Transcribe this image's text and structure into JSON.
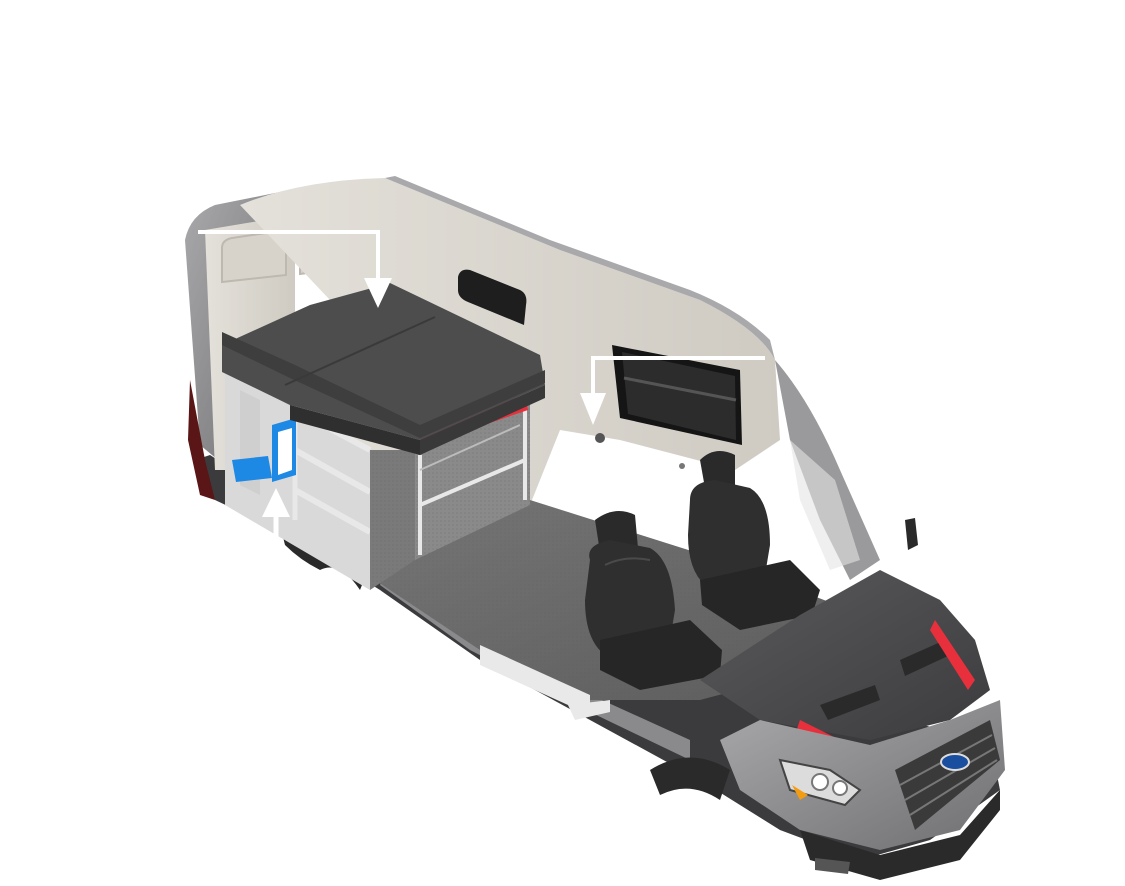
{
  "scene": {
    "subject": "camper-van-cutaway",
    "background_color": "#ffffff",
    "arrow_color": "#ffffff",
    "accent_red": "#e8303d",
    "accent_blue": "#1e88e5",
    "body_color": "#8f8f91",
    "floor_color": "#6a6a6a",
    "wall_color": "#ddd9d2",
    "mattress_color": "#4d4d4d",
    "seat_color": "#2a2a2a"
  },
  "callouts": [
    {
      "name": "bed-arrow",
      "icon": "arrow-down-icon"
    },
    {
      "name": "wall-arrow",
      "icon": "arrow-down-icon"
    },
    {
      "name": "storage-arrow",
      "icon": "arrow-up-icon"
    }
  ]
}
